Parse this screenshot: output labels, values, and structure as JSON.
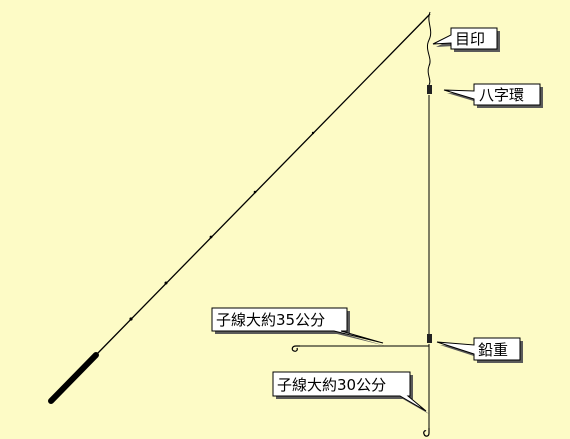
{
  "labels": {
    "float": "目印",
    "swivel": "八字環",
    "sinker": "鉛重",
    "branch_upper": "子線大約35公分",
    "branch_lower": "子線大約30公分"
  },
  "colors": {
    "background": "#fdfbc6",
    "line": "#000000",
    "callout_fill": "#ffffff",
    "callout_shadow": "#5a5a5a"
  }
}
